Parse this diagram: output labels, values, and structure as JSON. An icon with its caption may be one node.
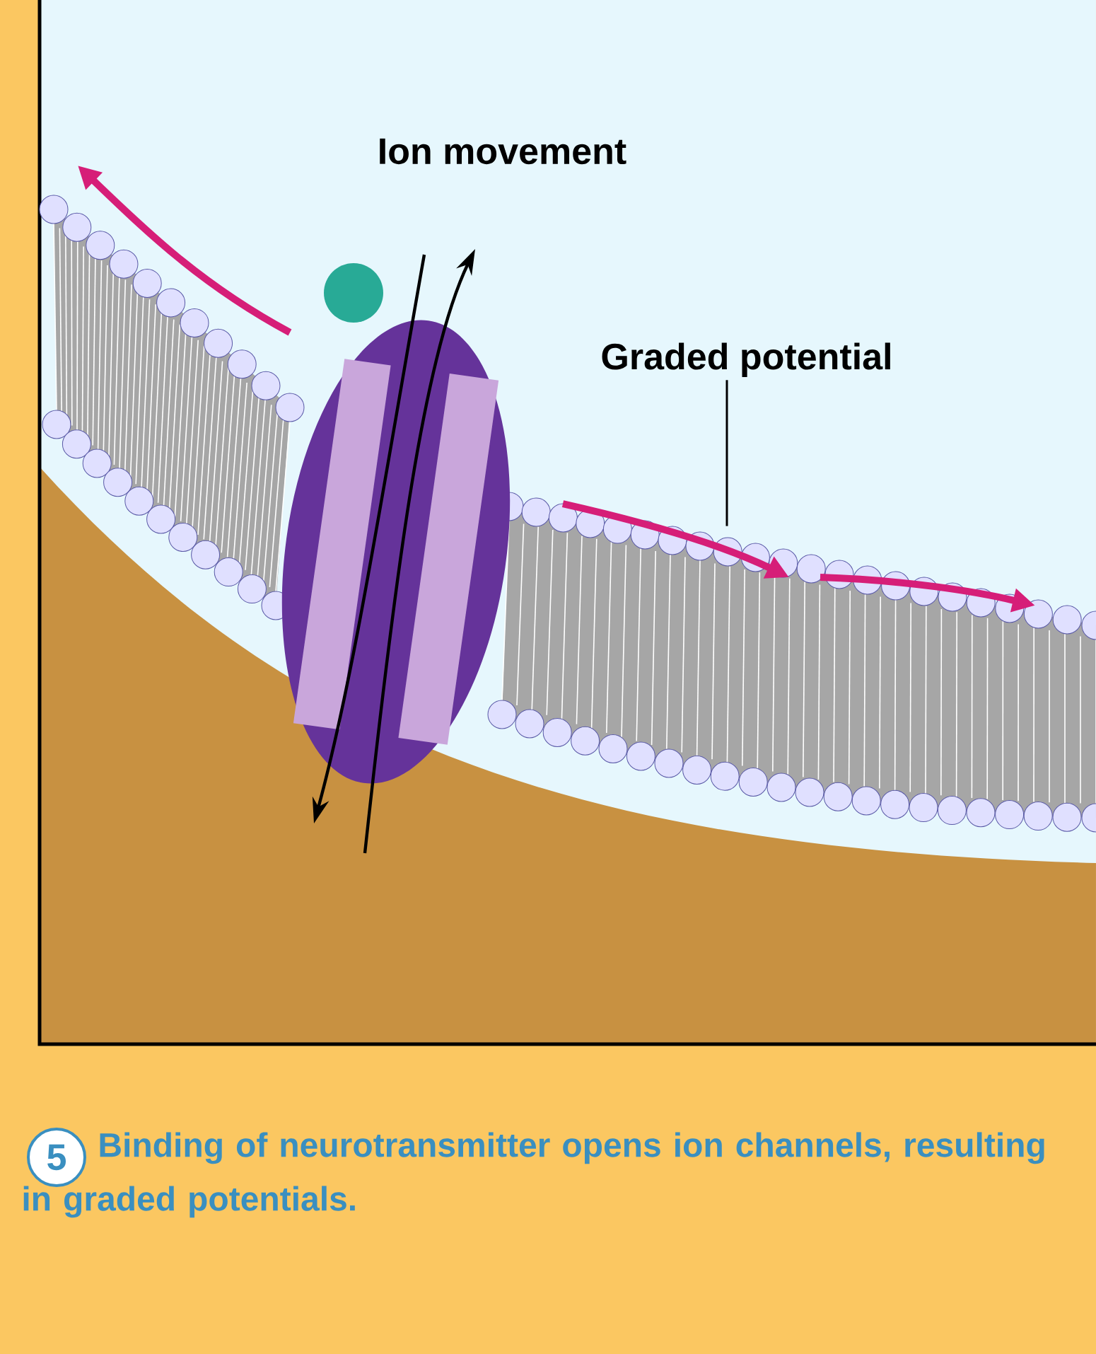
{
  "diagram": {
    "caption": "Binding of neurotransmitter opens ion channels, resulting in graded potentials.",
    "nodes": [
      {
        "text": [
          "Graded potential"
        ]
      },
      {
        "text": [
          "5"
        ]
      },
      {
        "text": [],
        "shape": "arrow"
      },
      {
        "text": [],
        "shape": "arrow"
      },
      {
        "text": [],
        "shape": "arrow"
      }
    ],
    "edges": [
      {
        "from": 0,
        "to": 3,
        "arrow": "none"
      }
    ],
    "labels": [
      "Ion movement"
    ]
  }
}
